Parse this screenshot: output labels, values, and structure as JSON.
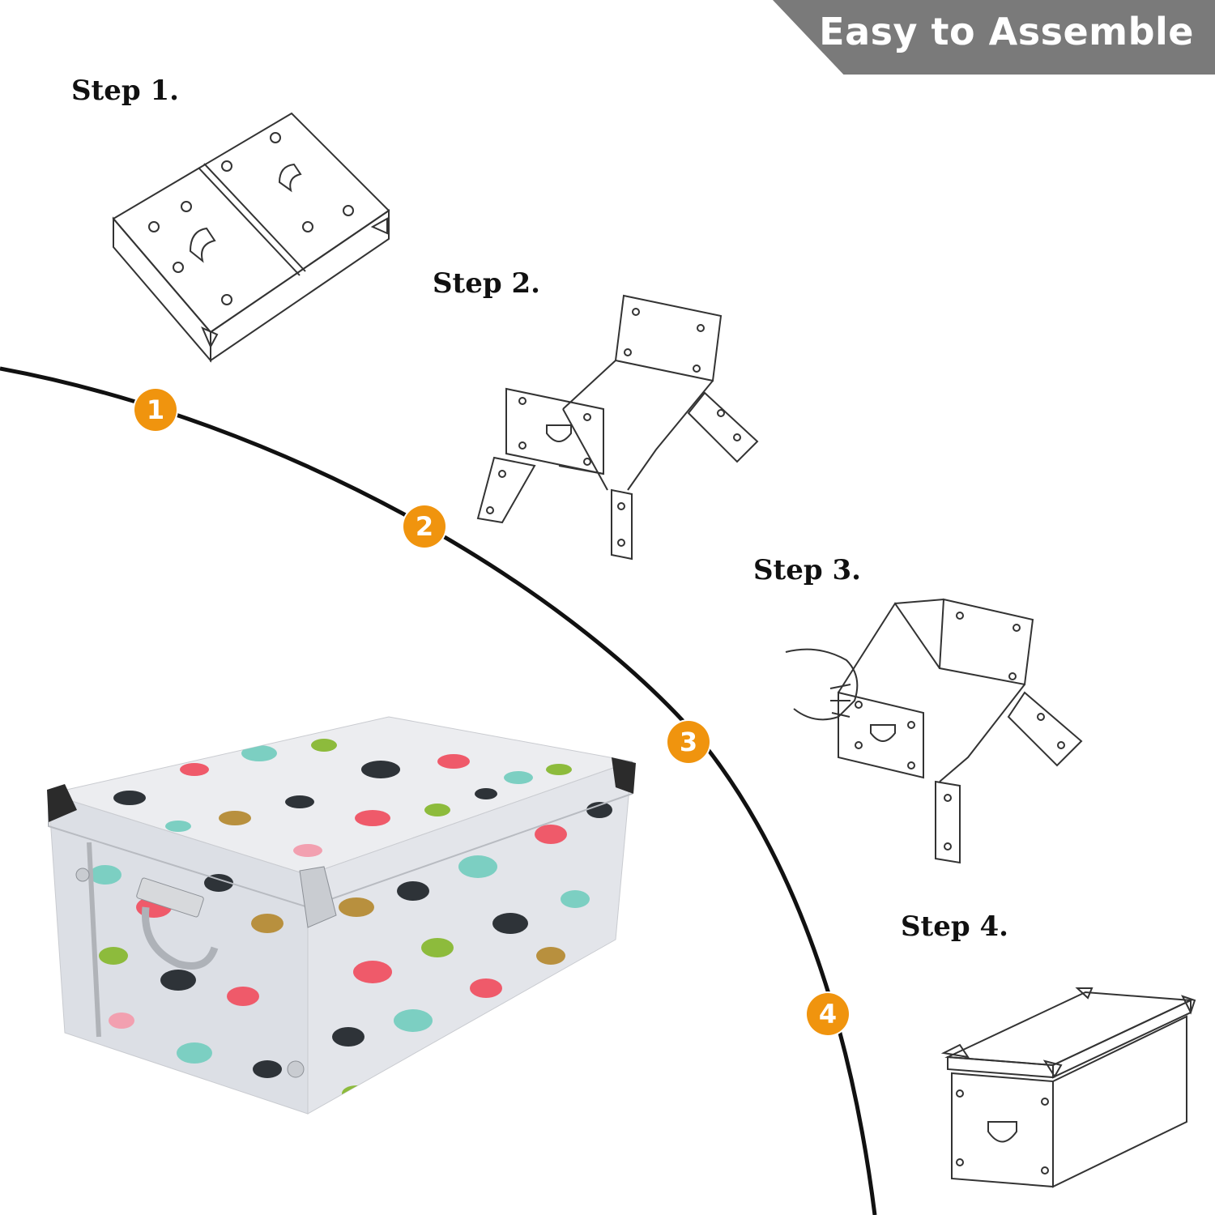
{
  "banner": {
    "text": "Easy to Assemble",
    "background": "#7a7a7a"
  },
  "steps": [
    {
      "label": "Step 1.",
      "number": "1"
    },
    {
      "label": "Step 2.",
      "number": "2"
    },
    {
      "label": "Step 3.",
      "number": "3"
    },
    {
      "label": "Step 4.",
      "number": "4"
    }
  ],
  "colors": {
    "badge": "#f0940e",
    "curve": "#111111",
    "sketch_line": "#333333"
  },
  "icons": [
    "box-lid-flat-sketch",
    "box-unfolded-sketch",
    "box-folding-hand-sketch",
    "box-assembled-sketch",
    "floral-butterfly-box-photo"
  ]
}
